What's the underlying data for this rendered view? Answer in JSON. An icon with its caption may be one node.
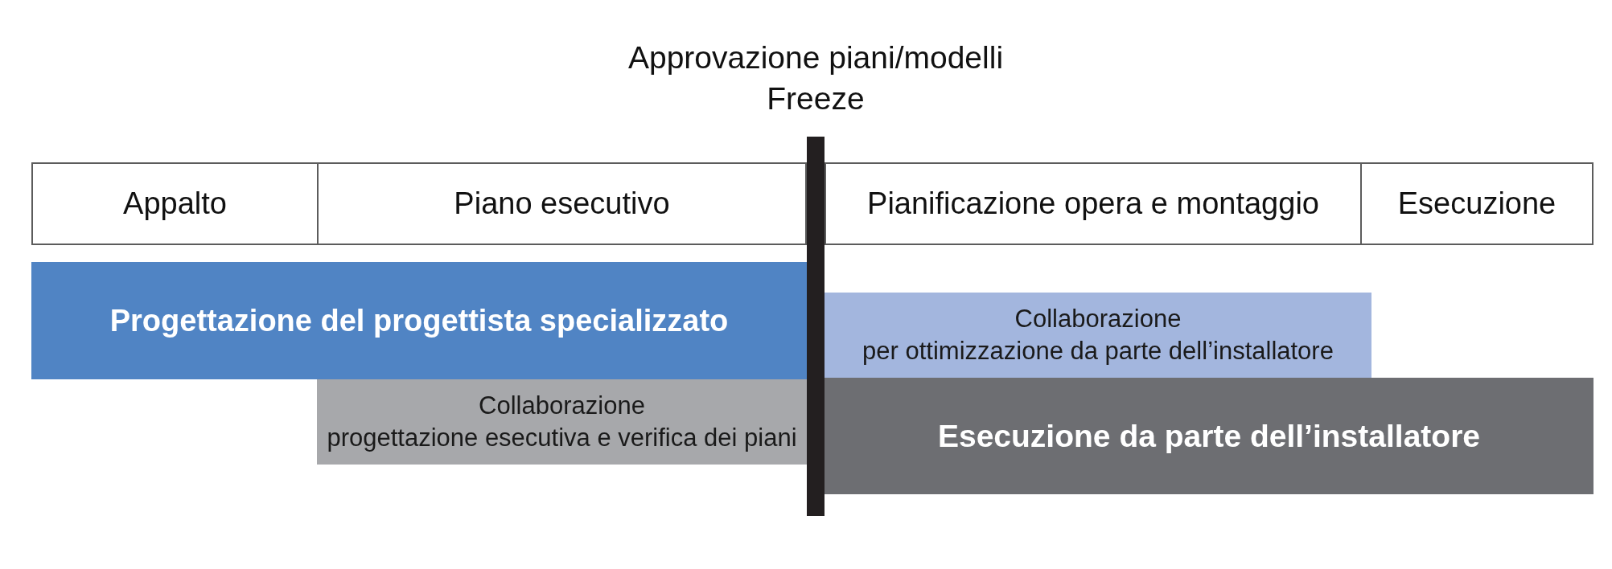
{
  "diagram": {
    "nodes": [
      {
        "text": [
          "Appalto"
        ]
      },
      {
        "text": [
          "Piano esecutivo"
        ]
      },
      {
        "text": [
          "Pianificazione opera e montaggio"
        ]
      },
      {
        "text": [
          "Esecuzione"
        ]
      },
      {
        "text": [
          "Progettazione del progettista specializzato"
        ]
      },
      {
        "text": [
          "Collaborazione",
          "progettazione esecutiva e verifica dei piani"
        ]
      },
      {
        "text": [
          "Collaborazione",
          "per ottimizzazione da parte dell’installatore"
        ]
      },
      {
        "text": [
          "Esecuzione da parte dell’installatore"
        ]
      },
      {
        "text": [],
        "shape": "bar"
      }
    ],
    "labels": [
      "Approvazione piani/modelli",
      "Freeze"
    ]
  }
}
